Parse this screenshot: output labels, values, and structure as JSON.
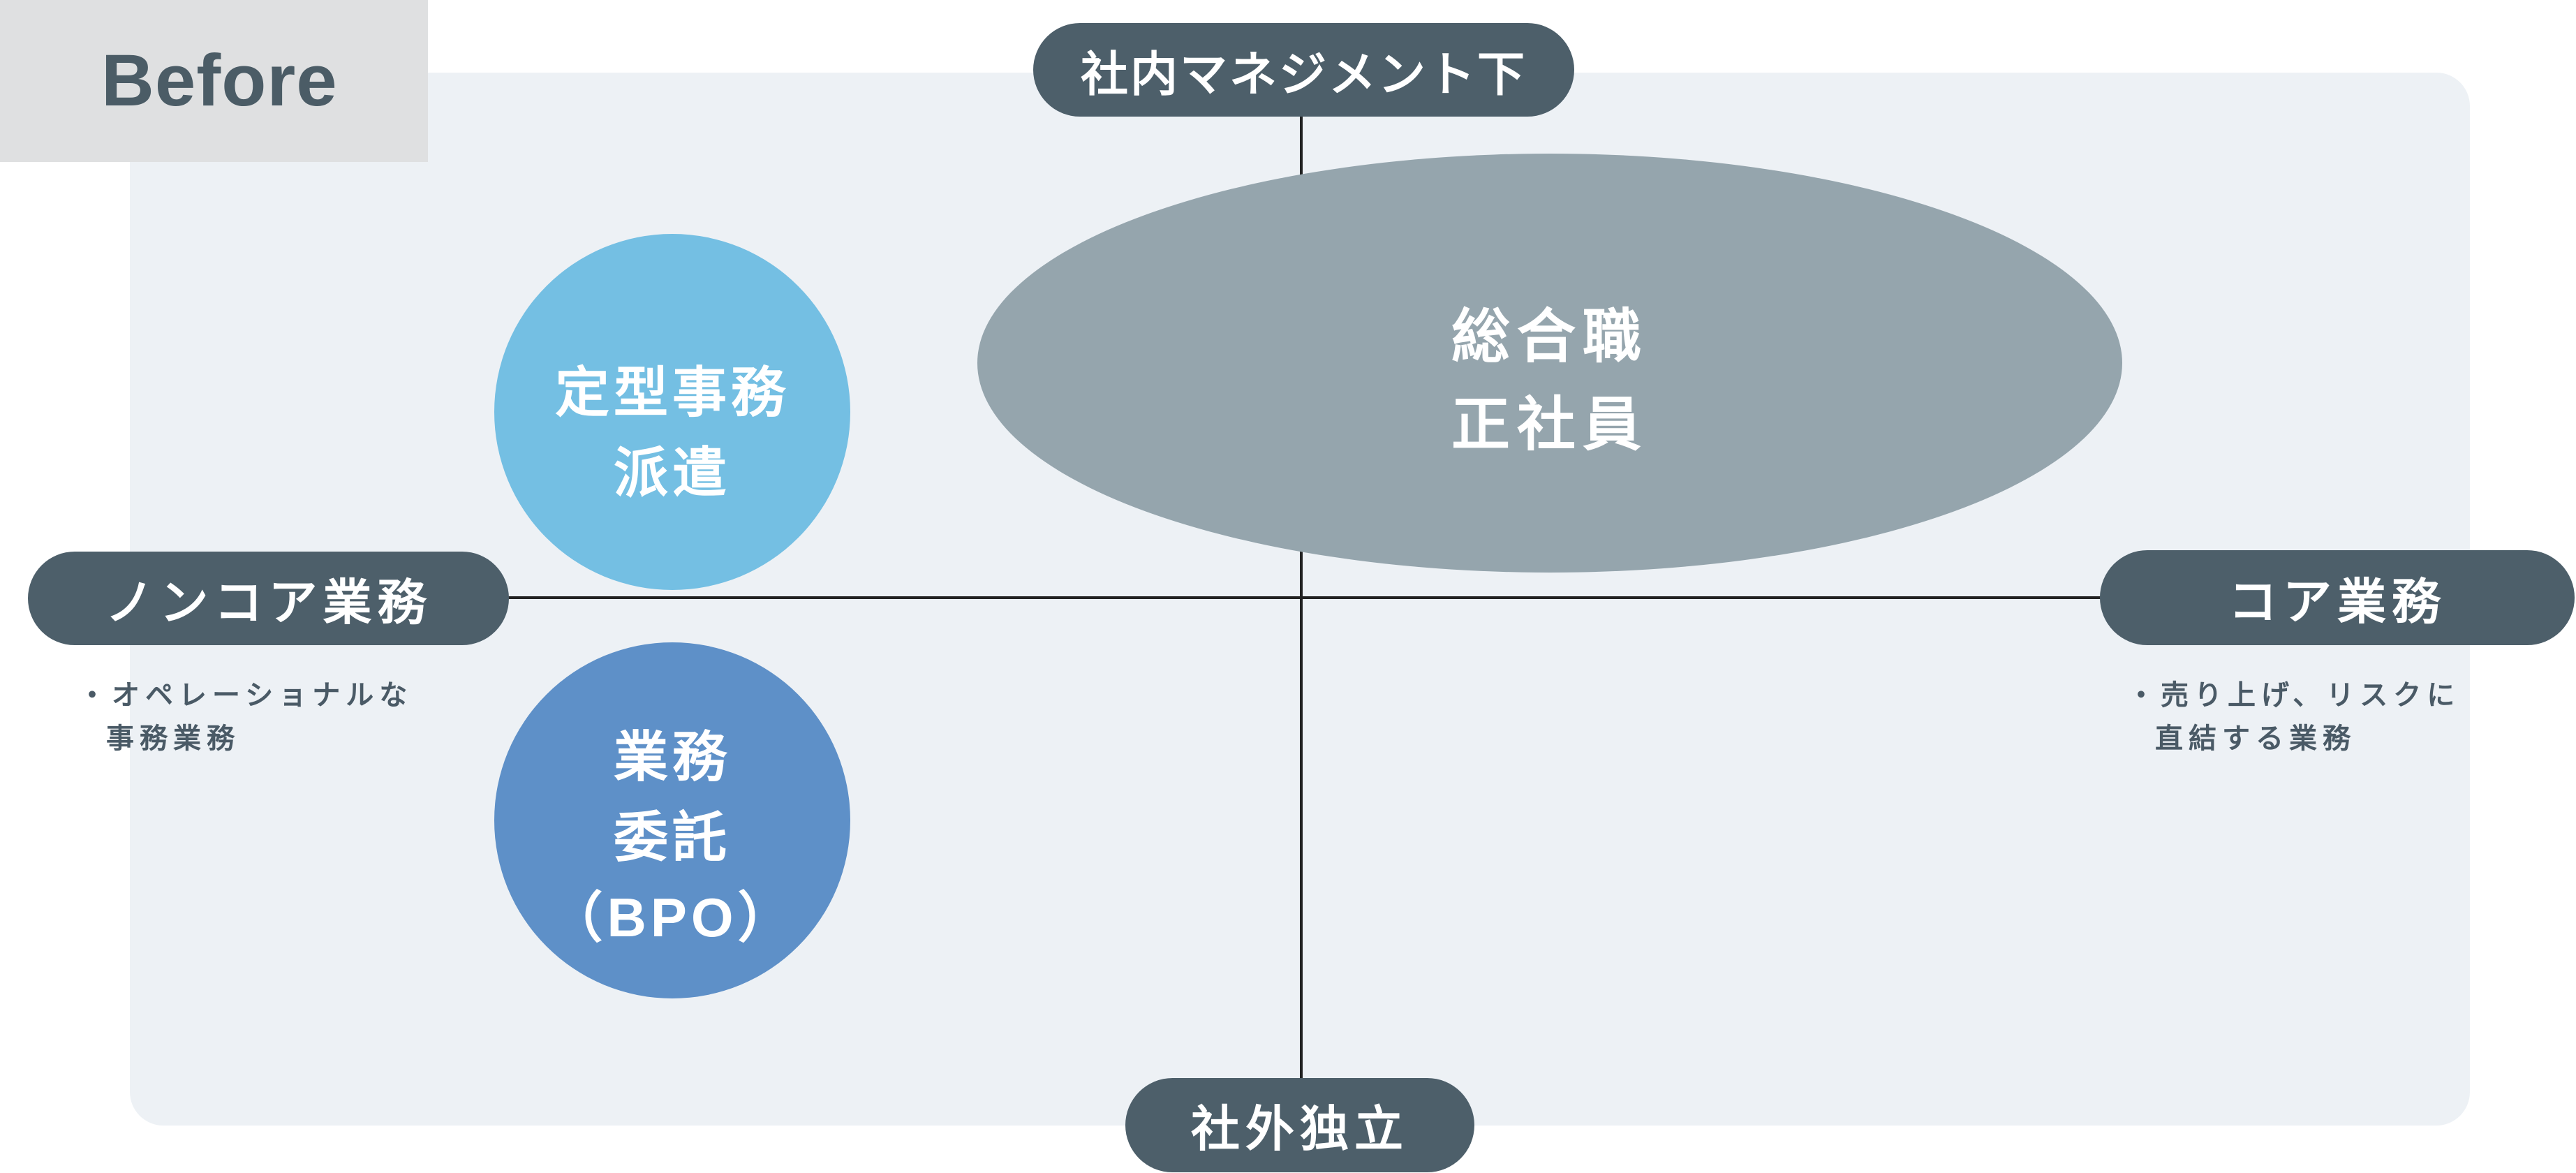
{
  "title": "Before",
  "axis_labels": {
    "top": "社内マネジメント下",
    "bottom": "社外独立",
    "left": "ノンコア業務",
    "right": "コア業務"
  },
  "notes": {
    "left": [
      "・オペレーショナルな",
      "事務業務"
    ],
    "right": [
      "・売り上げ、リスクに",
      "直結する業務"
    ]
  },
  "shapes": {
    "dispatch_circle": {
      "label_lines": [
        "定型事務",
        "派遣"
      ],
      "color": "#74bfe3"
    },
    "bpo_circle": {
      "label_lines": [
        "業務",
        "委託",
        "（BPO）"
      ],
      "color": "#5e90c8"
    },
    "fulltime_ellipse": {
      "label_lines": [
        "総合職",
        "正社員"
      ],
      "color": "#95a5ad"
    }
  },
  "colors": {
    "pill": "#4d5f6a",
    "panel_bg": "#edf1f5",
    "axis_line": "#222222",
    "title_box_bg": "#dfe0e1",
    "title_text": "#4b5c66",
    "note_text": "#4a5a66",
    "dispatch": "#74bfe3",
    "bpo": "#5e90c8",
    "fulltime": "#95a5ad"
  }
}
